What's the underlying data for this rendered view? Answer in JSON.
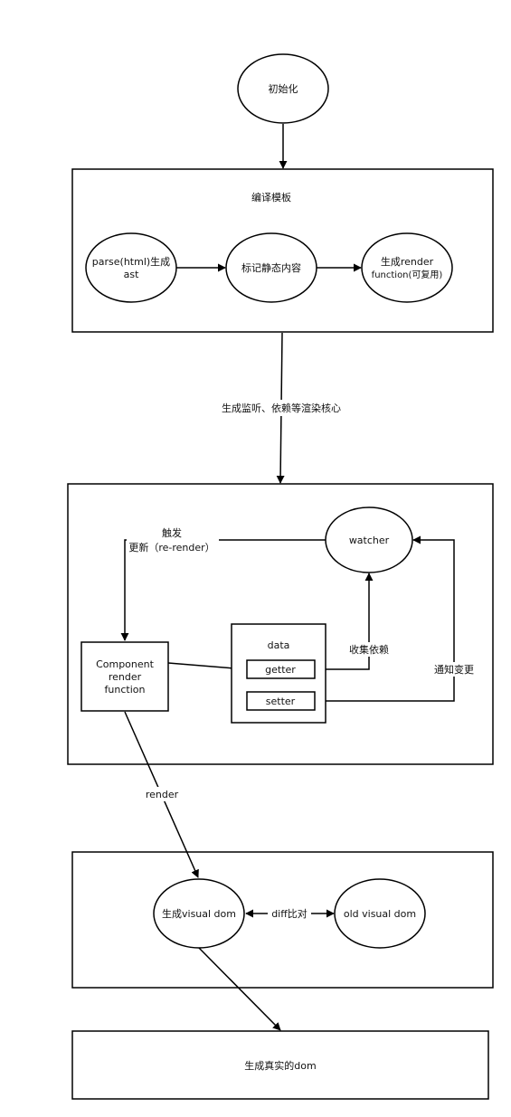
{
  "nodes": {
    "init": "初始化",
    "compile_title": "编译模板",
    "parse_line1": "parse(html)生成",
    "parse_line2": "ast",
    "mark_static": "标记静态内容",
    "gen_render_line1": "生成render",
    "gen_render_line2": "function(可复用)",
    "watcher": "watcher",
    "component_line1": "Component",
    "component_line2": "render",
    "component_line3": "function",
    "data_title": "data",
    "getter": "getter",
    "setter": "setter",
    "gen_vdom": "生成visual dom",
    "old_vdom": "old visual dom",
    "real_dom": "生成真实的dom"
  },
  "edges": {
    "compile_to_core": "生成监听、依赖等渲染核心",
    "trigger_line1": "触发",
    "trigger_line2": "更新（re-render）",
    "collect_deps": "收集依赖",
    "notify_change": "通知变更",
    "render": "render",
    "diff": "diff比对"
  },
  "colors": {
    "stroke": "#000000",
    "background": "#ffffff"
  }
}
